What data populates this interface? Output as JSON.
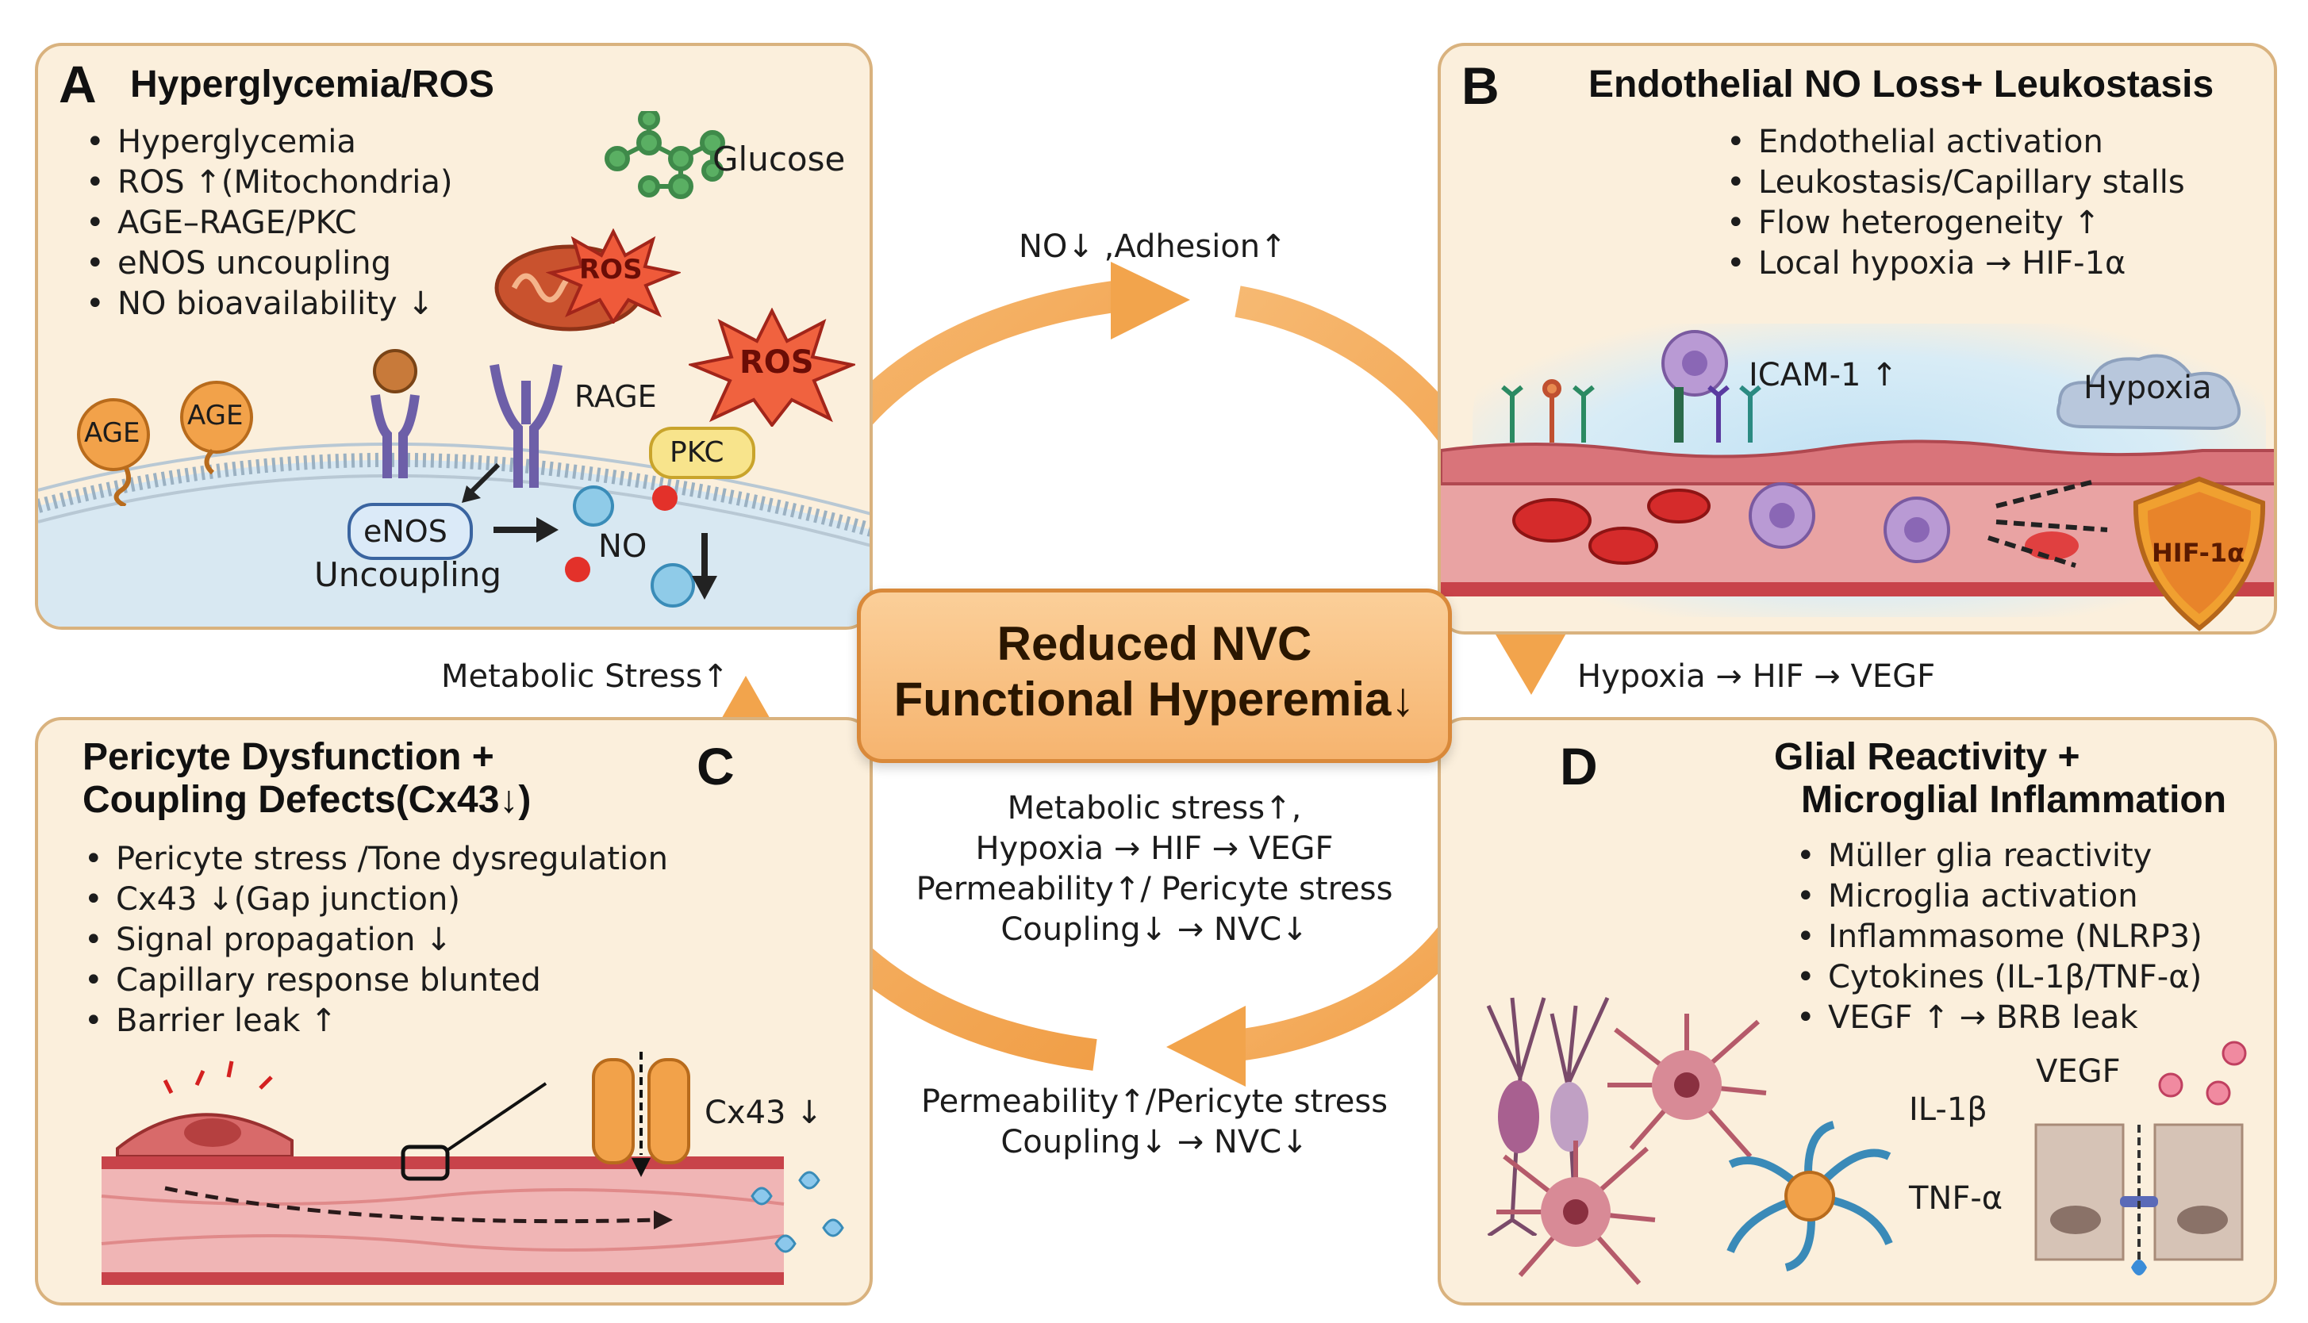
{
  "center": {
    "line1": "Reduced NVC",
    "line2": "Functional Hyperemia↓"
  },
  "cycle_labels": {
    "top": "NO↓ ,Adhesion↑",
    "right": "Hypoxia → HIF → VEGF",
    "left": "Metabolic Stress↑",
    "inner": [
      "Metabolic stress↑,",
      "Hypoxia → HIF → VEGF",
      "Permeability↑/ Pericyte stress",
      "Coupling↓ → NVC↓"
    ],
    "bottom": [
      "Permeability↑/Pericyte stress",
      "Coupling↓ → NVC↓"
    ]
  },
  "panelA": {
    "letter": "A",
    "title": "Hyperglycemia/ROS",
    "bullets": [
      "Hyperglycemia",
      "ROS ↑(Mitochondria)",
      "AGE–RAGE/PKC",
      "eNOS uncoupling",
      "NO bioavailability ↓"
    ],
    "labels": {
      "glucose": "Glucose",
      "ros1": "ROS",
      "ros2": "ROS",
      "age1": "AGE",
      "age2": "AGE",
      "rage": "RAGE",
      "pkc": "PKC",
      "enos": "eNOS",
      "uncoupling": "Uncoupling",
      "no": "NO"
    }
  },
  "panelB": {
    "letter": "B",
    "title": "Endothelial NO Loss+ Leukostasis",
    "bullets": [
      "Endothelial activation",
      "Leukostasis/Capillary stalls",
      "Flow heterogeneity ↑",
      "Local hypoxia → HIF-1α"
    ],
    "labels": {
      "icam": "ICAM-1 ↑",
      "hypoxia": "Hypoxia",
      "hif": "HIF-1α"
    }
  },
  "panelC": {
    "letter": "C",
    "title": [
      "Pericyte Dysfunction +",
      "Coupling Defects(Cx43↓)"
    ],
    "bullets": [
      "Pericyte stress /Tone dysregulation",
      "Cx43 ↓(Gap junction)",
      "Signal propagation ↓",
      "Capillary response blunted",
      "Barrier leak ↑"
    ],
    "labels": {
      "cx43": "Cx43 ↓"
    }
  },
  "panelD": {
    "letter": "D",
    "title": [
      "Glial Reactivity +",
      "Microglial Inflammation"
    ],
    "bullets": [
      "Müller glia reactivity",
      "Microglia activation",
      "Inflammasome (NLRP3)",
      "Cytokines (IL-1β/TNF-α)",
      "VEGF ↑ → BRB leak"
    ],
    "labels": {
      "il1b": "IL-1β",
      "tnfa": "TNF-α",
      "vegf": "VEGF"
    }
  },
  "colors": {
    "panel_bg": "#fbefdc",
    "panel_border": "#d9b27e",
    "cycle_arrow": "#f2a44c",
    "vessel": "#c8434a"
  }
}
